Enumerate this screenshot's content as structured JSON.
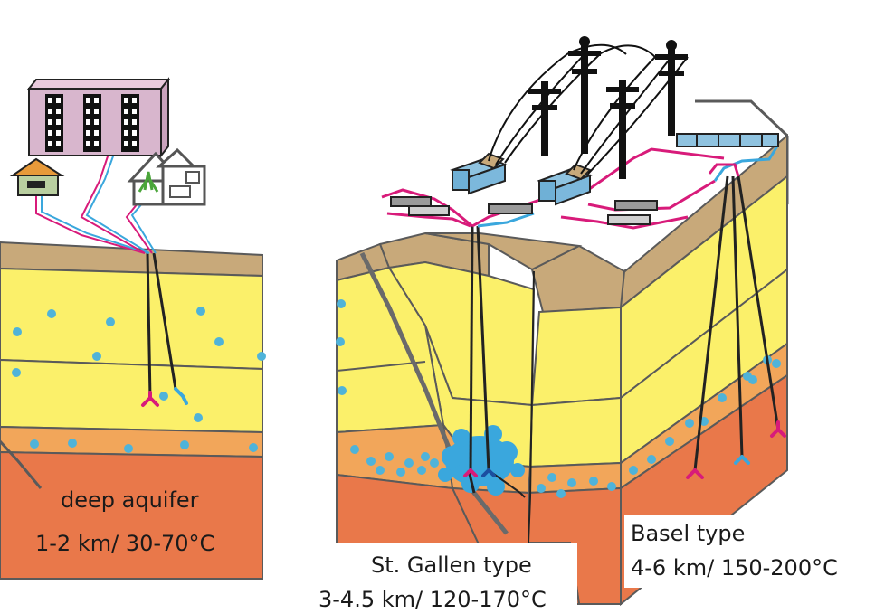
{
  "labels": {
    "deep_aquifer": {
      "title": "deep aquifer",
      "detail": "1-2 km/ 30-70°C"
    },
    "st_gallen": {
      "title": "St. Gallen type",
      "detail": "3-4.5 km/ 120-170°C"
    },
    "basel": {
      "title": "Basel type",
      "detail": "4-6 km/ 150-200°C"
    }
  },
  "colors": {
    "topsoil": "#c8a97a",
    "aquifer_yellow": "#fbf06a",
    "gravel_orange": "#f2a65a",
    "basement_orange": "#e9784a",
    "water_dots": "#4fb3d9",
    "hot_pipe": "#d81b7a",
    "cold_pipe": "#3aa7dd",
    "outline": "#5a5a5a"
  },
  "icons": [
    "apartment-building-icon",
    "house-icon",
    "greenhouse-icon",
    "power-pylon-icon",
    "power-plant-icon",
    "pipe-outlet-icon"
  ]
}
